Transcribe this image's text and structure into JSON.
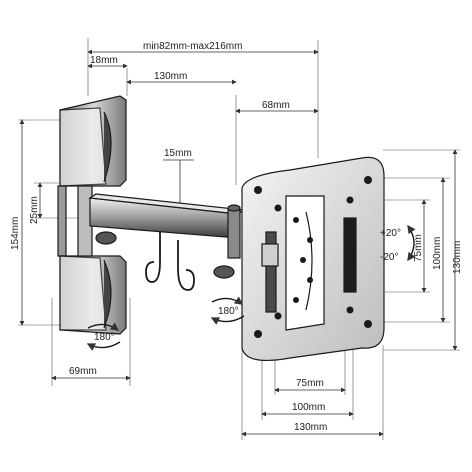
{
  "dimensions": {
    "width_range": "min82mm-max216mm",
    "wall_plate_depth": "18mm",
    "arm_length": "130mm",
    "head_depth": "68mm",
    "arm_thickness": "15mm",
    "arm_height": "25mm",
    "wall_plate_height": "154mm",
    "wall_plate_width": "69mm",
    "wall_rotation": "180°",
    "arm_rotation": "180°",
    "tilt_up": "+20°",
    "tilt_down": "-20°",
    "vesa_v_small": "75mm",
    "vesa_v_mid": "100mm",
    "plate_height": "130mm",
    "vesa_h_small": "75mm",
    "vesa_h_mid": "100mm",
    "plate_width": "130mm"
  },
  "colors": {
    "line": "#1a1a1a",
    "fill_dark": "#2b2b2b",
    "fill_mid": "#8a8a8a",
    "fill_light": "#d9d9d9"
  }
}
